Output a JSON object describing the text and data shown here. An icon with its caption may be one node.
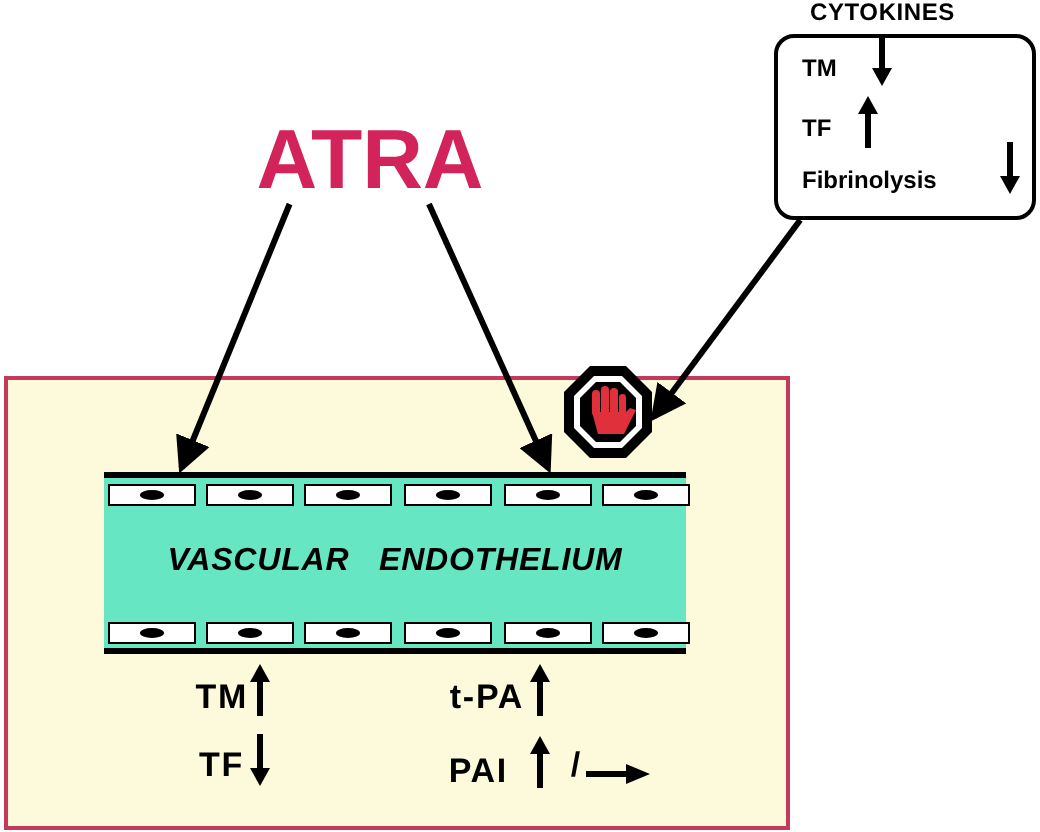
{
  "diagram": {
    "nodes": [
      {
        "text": [
          "ATRA"
        ]
      },
      {
        "text": [
          "CYTOKINES",
          "TM",
          "TF",
          "Fibrinolysis"
        ]
      },
      {
        "text": [],
        "shape": "box"
      },
      {
        "text": [
          "VASCULAR ENDOTHELIUM"
        ],
        "in": 2
      },
      {
        "text": [],
        "shape": "picture"
      }
    ],
    "edges": [
      {
        "from": 0,
        "to": 3,
        "arrow": "to"
      },
      {
        "from": 0,
        "to": 3,
        "arrow": "to"
      },
      {
        "from": 1,
        "to": 4,
        "arrow": "to"
      }
    ],
    "labels": [
      "TM",
      "t-PA",
      "TF",
      "PAI",
      "/"
    ]
  }
}
